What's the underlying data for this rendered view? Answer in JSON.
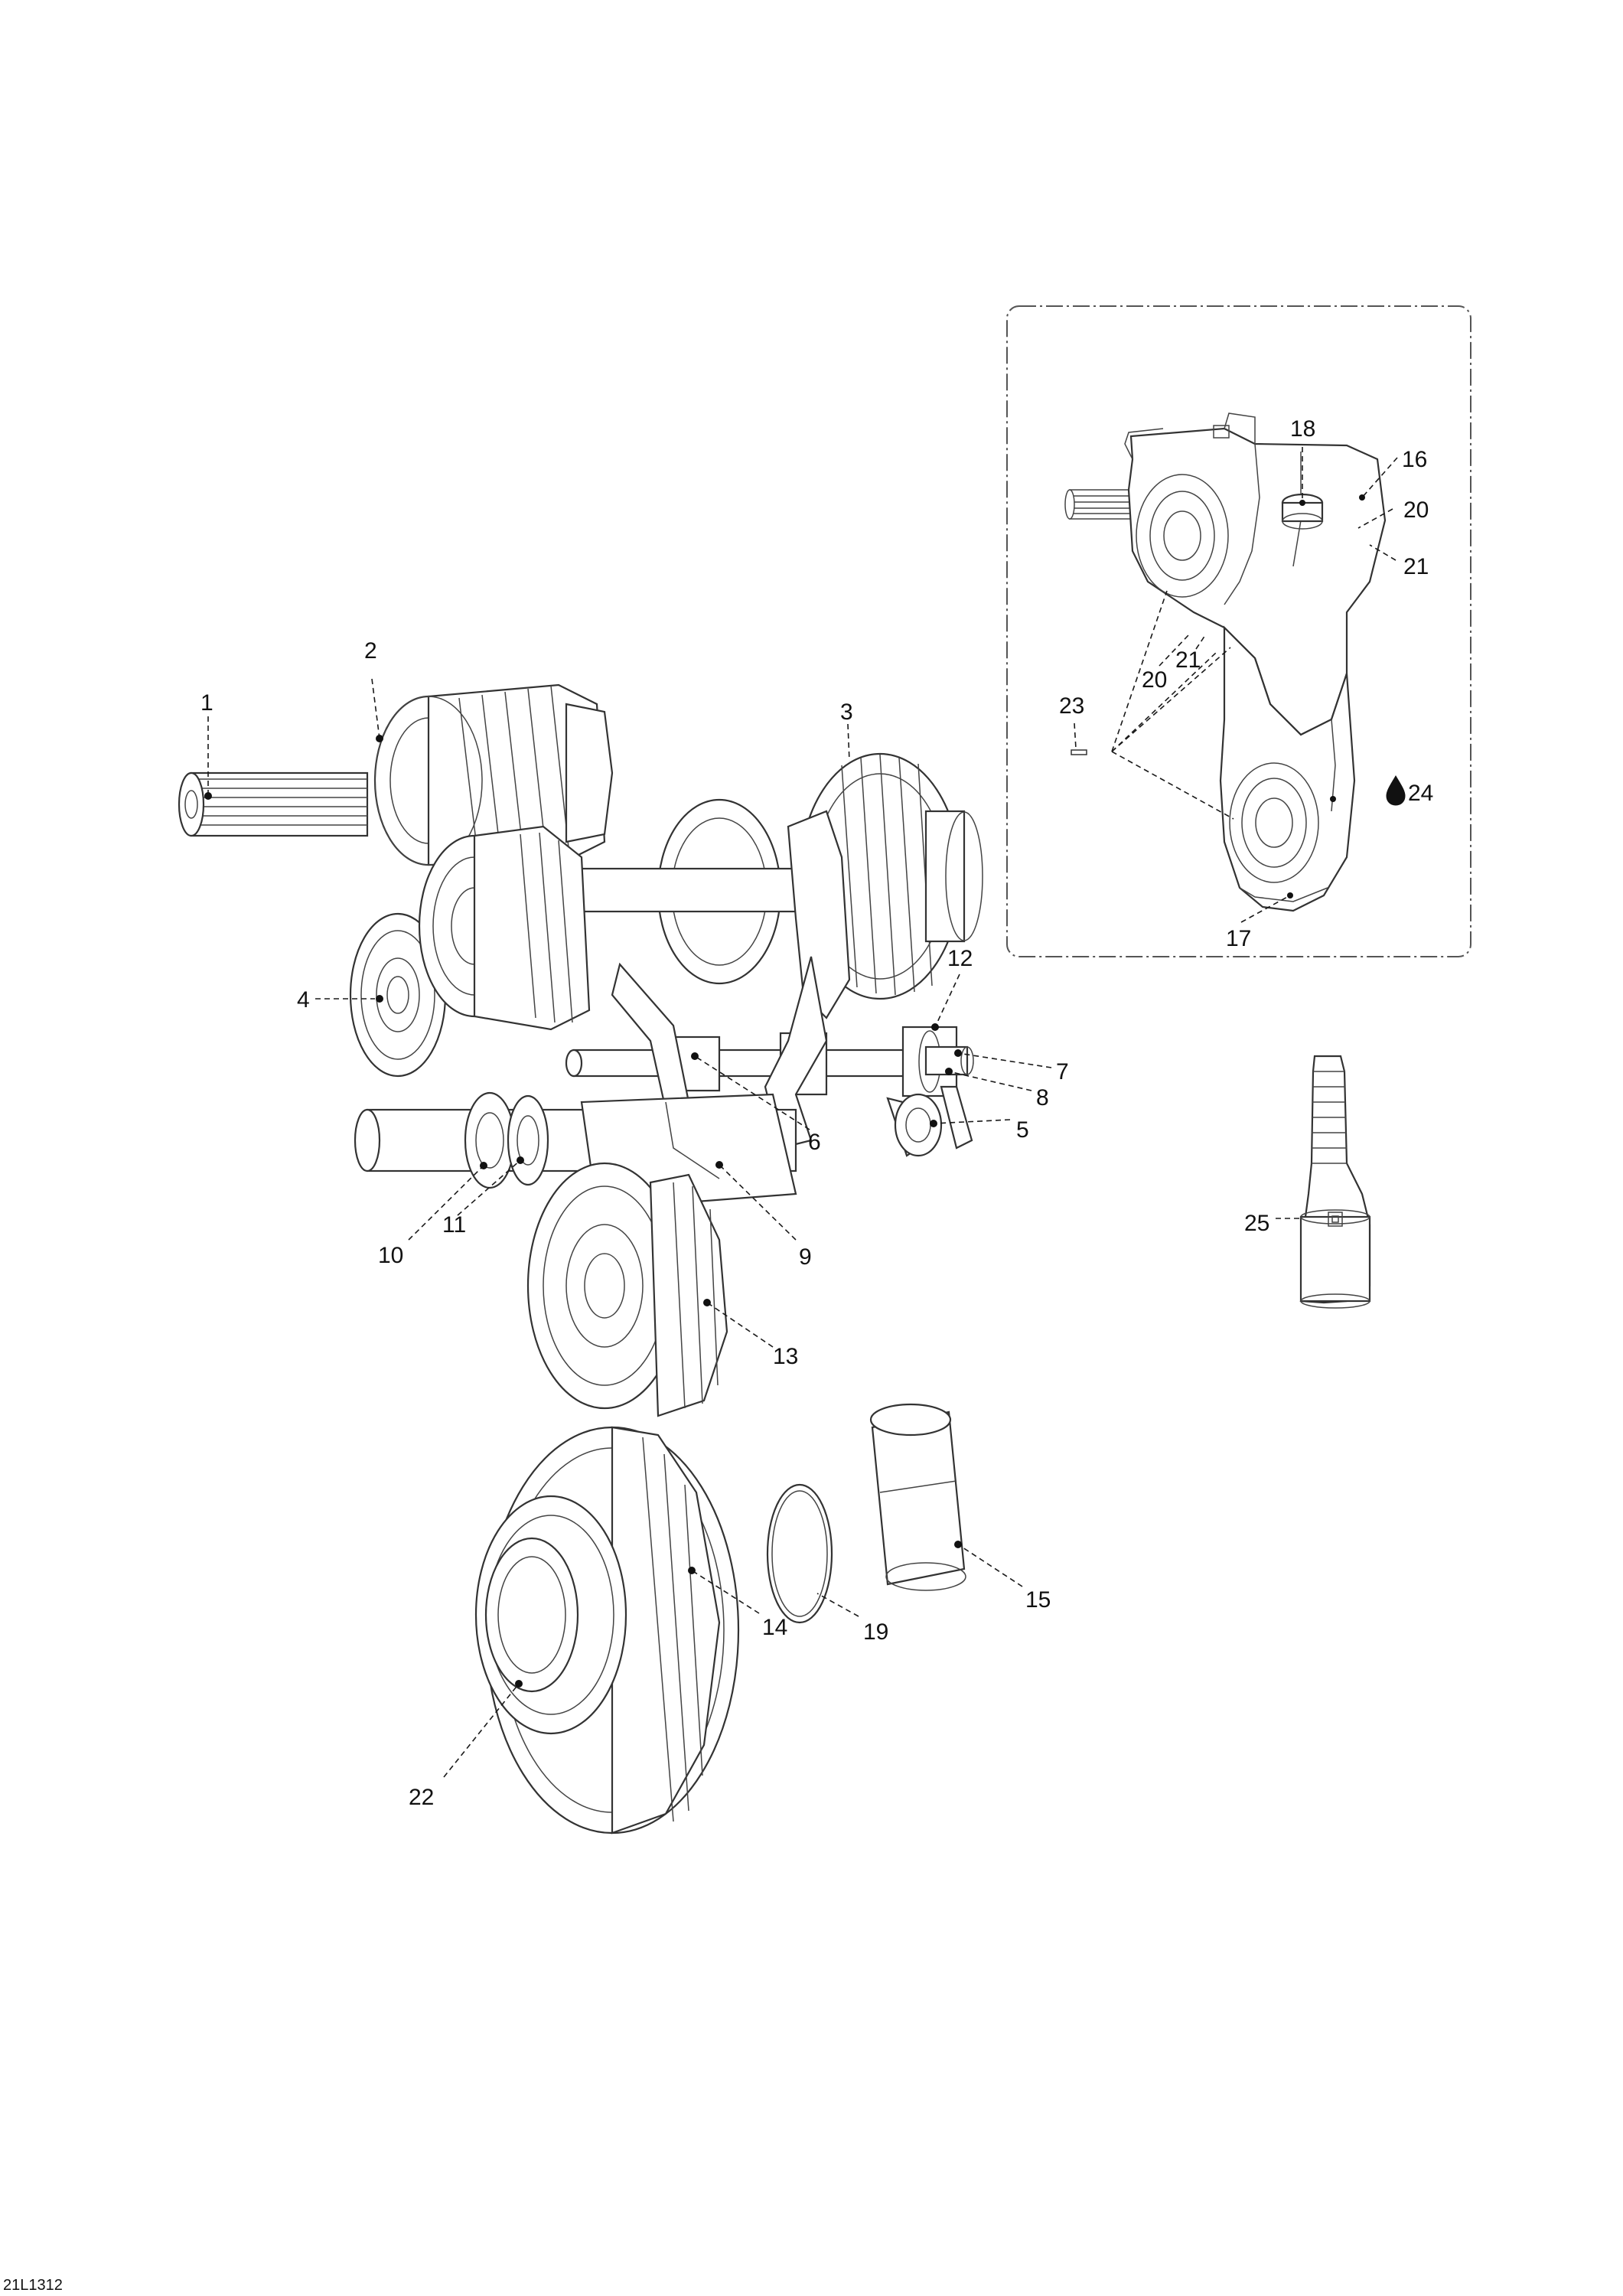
{
  "figure_ref": "21L1312",
  "callouts": [
    {
      "id": "1",
      "label": "1"
    },
    {
      "id": "2",
      "label": "2"
    },
    {
      "id": "3",
      "label": "3"
    },
    {
      "id": "4",
      "label": "4"
    },
    {
      "id": "5",
      "label": "5"
    },
    {
      "id": "6",
      "label": "6"
    },
    {
      "id": "7",
      "label": "7"
    },
    {
      "id": "8",
      "label": "8"
    },
    {
      "id": "9",
      "label": "9"
    },
    {
      "id": "10",
      "label": "10"
    },
    {
      "id": "11",
      "label": "11"
    },
    {
      "id": "12",
      "label": "12"
    },
    {
      "id": "13",
      "label": "13"
    },
    {
      "id": "14",
      "label": "14"
    },
    {
      "id": "15",
      "label": "15"
    },
    {
      "id": "16",
      "label": "16"
    },
    {
      "id": "17",
      "label": "17"
    },
    {
      "id": "18",
      "label": "18"
    },
    {
      "id": "19",
      "label": "19"
    },
    {
      "id": "20a",
      "label": "20"
    },
    {
      "id": "20b",
      "label": "20"
    },
    {
      "id": "21a",
      "label": "21"
    },
    {
      "id": "21b",
      "label": "21"
    },
    {
      "id": "22",
      "label": "22"
    },
    {
      "id": "23",
      "label": "23"
    },
    {
      "id": "24",
      "label": "24"
    },
    {
      "id": "25",
      "label": "25"
    }
  ],
  "icons": {
    "oil_drop": "oil-drop-icon"
  }
}
